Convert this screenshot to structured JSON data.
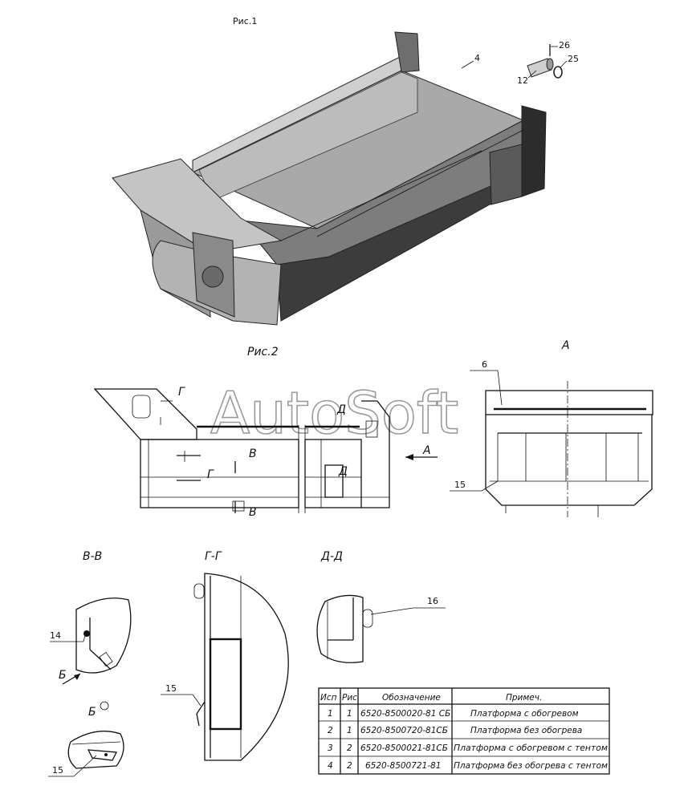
{
  "figure1": {
    "title": "Рис.1",
    "callouts": {
      "c4": "4",
      "c12": "12",
      "c25": "25",
      "c26": "26"
    }
  },
  "figure2": {
    "title": "Рис.2",
    "view_a_label": "А",
    "section_marks": {
      "g1": "Г",
      "g2": "Г",
      "v1": "В",
      "v2": "В",
      "d1": "Д",
      "d2": "Д",
      "a": "А"
    },
    "callouts": {
      "c6": "6",
      "c15": "15"
    }
  },
  "sections": {
    "vv": {
      "title": "В-В",
      "callout14": "14",
      "callout_b": "Б"
    },
    "gg": {
      "title": "Г-Г",
      "callout15": "15"
    },
    "dd": {
      "title": "Д-Д",
      "callout16": "16"
    },
    "b": {
      "title": "Б",
      "callout15": "15"
    }
  },
  "watermark": "AutoSoft",
  "table": {
    "headers": [
      "Исп",
      "Рис.",
      "Обозначение",
      "Примеч."
    ],
    "rows": [
      [
        "1",
        "1",
        "6520-8500020-81 СБ",
        "Платформа с обогревом"
      ],
      [
        "2",
        "1",
        "6520-8500720-81СБ",
        "Платформа без обогрева"
      ],
      [
        "3",
        "2",
        "6520-8500021-81СБ",
        "Платформа с обогревом с тентом"
      ],
      [
        "4",
        "2",
        "6520-8500721-81",
        "Платформа без обогрева с тентом"
      ]
    ]
  },
  "colors": {
    "ink": "#111111",
    "shade_light": "#bdbdbd",
    "shade_mid": "#8c8c8c",
    "shade_dark": "#2a2a2a",
    "watermark": "#9a9a9a"
  }
}
